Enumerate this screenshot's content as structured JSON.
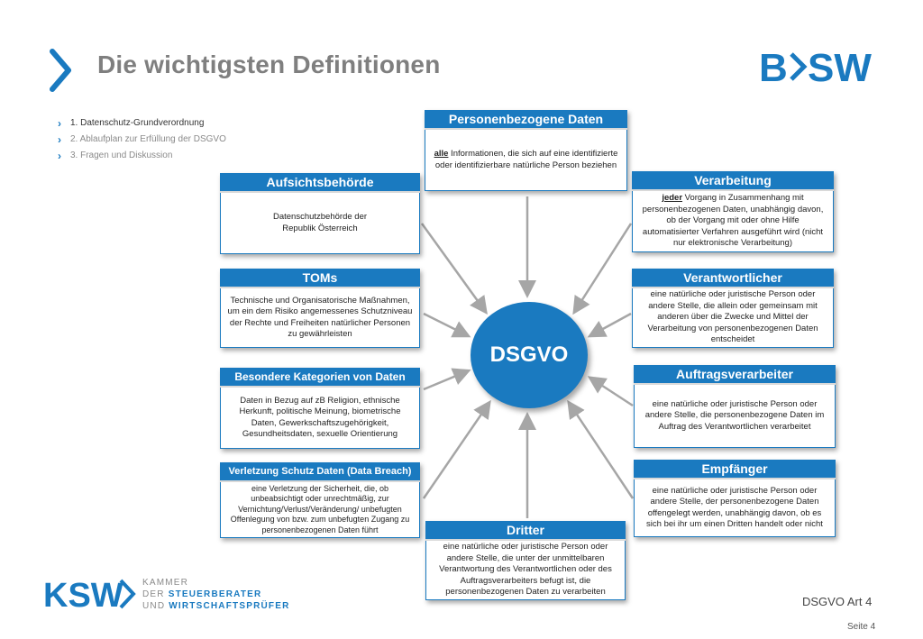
{
  "title": "Die wichtigsten Definitionen",
  "logo_top": {
    "left": "B",
    "right": "SW"
  },
  "agenda": [
    {
      "text": "1. Datenschutz-Grundverordnung",
      "active": true
    },
    {
      "text": "2. Ablaufplan zur Erfüllung der  DSGVO",
      "active": false
    },
    {
      "text": "3. Fragen und Diskussion",
      "active": false
    }
  ],
  "hub": "DSGVO",
  "boxes": {
    "personenbezogen": {
      "head": "Personenbezogene Daten",
      "lead": "alle",
      "text": " Informationen, die sich auf eine identifizierte oder identifizierbare natürliche Person beziehen"
    },
    "aufsicht": {
      "head": "Aufsichtsbehörde",
      "text": "Datenschutzbehörde der Republik Österreich"
    },
    "verarbeitung": {
      "head": "Verarbeitung",
      "lead": "jeder",
      "text": " Vorgang in Zusammenhang mit personenbezogenen Daten, unabhängig davon, ob der Vorgang mit oder ohne Hilfe automatisierter Verfahren ausgeführt wird (nicht nur elektronische Verarbeitung)"
    },
    "toms": {
      "head": "TOMs",
      "text": "Technische und Organisatorische Maßnahmen, um ein dem Risiko angemessenes Schutzniveau der Rechte und Freiheiten natürlicher Personen zu gewährleisten"
    },
    "verantwortlicher": {
      "head": "Verantwortlicher",
      "text": "eine natürliche oder juristische Person oder andere Stelle, die allein oder gemeinsam mit anderen über die Zwecke und Mittel der Verarbeitung von personenbezogenen Daten entscheidet"
    },
    "besondere": {
      "head": "Besondere Kategorien von Daten",
      "text": "Daten in Bezug auf zB Religion, ethnische Herkunft, politische Meinung, biometrische Daten, Gewerkschaftszugehörigkeit, Gesundheitsdaten, sexuelle Orientierung"
    },
    "auftrag": {
      "head": "Auftragsverarbeiter",
      "text": "eine natürliche oder juristische Person oder andere Stelle, die personenbezogene Daten im Auftrag des Verantwortlichen verarbeitet"
    },
    "breach": {
      "head": "Verletzung Schutz Daten (Data Breach)",
      "text": "eine Verletzung der Sicherheit, die, ob unbeabsichtigt oder unrechtmäßig, zur Vernichtung/Verlust/Veränderung/ unbefugten Offenlegung von bzw. zum unbefugten Zugang zu personenbezogenen Daten führt"
    },
    "empfaenger": {
      "head": "Empfänger",
      "text": "eine natürliche oder juristische Person oder andere Stelle, der personenbezogene Daten offengelegt werden, unabhängig davon, ob es sich bei ihr um einen Dritten handelt oder nicht"
    },
    "dritter": {
      "head": "Dritter",
      "text": "eine natürliche oder juristische Person oder andere Stelle, die unter der unmittelbaren Verantwortung des Verantwortlichen oder des Auftragsverarbeiters befugt ist, die personenbezogenen Daten zu verarbeiten"
    }
  },
  "footer": {
    "ksw_logo": "KSW",
    "ksw_lines": [
      "KAMMER",
      "DER",
      "STEUERBERATER",
      "UND",
      "WIRTSCHAFTSPRÜFER"
    ],
    "reference": "DSGVO Art 4",
    "page": "Seite 4"
  },
  "colors": {
    "accent": "#1a7ac0",
    "title_gray": "#7f7f7f",
    "arrow_gray": "#a6a6a6"
  }
}
